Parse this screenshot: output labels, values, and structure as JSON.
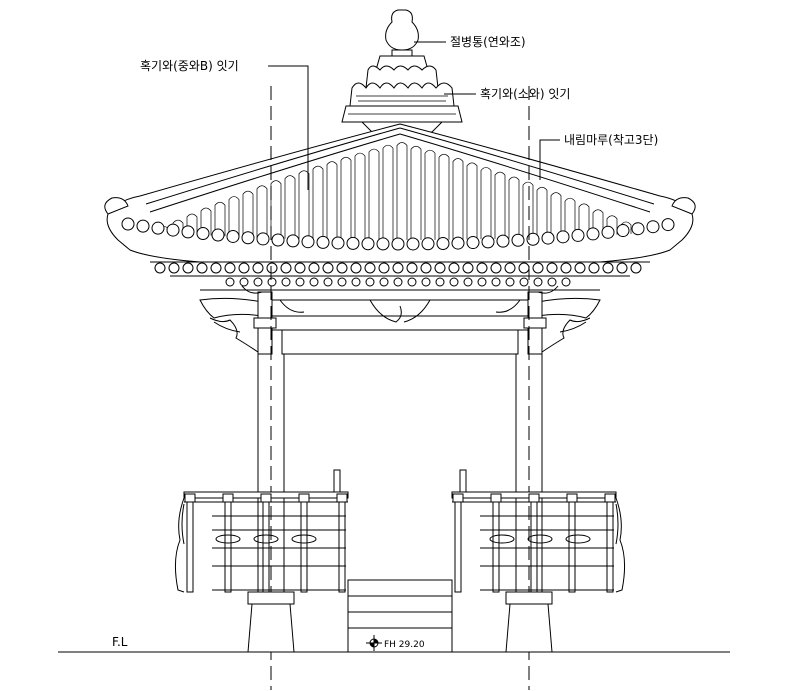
{
  "labels": {
    "finial": "절병통(연와조)",
    "ridge_tile_middle": "혹기와(중와B) 잇기",
    "ridge_tile_small": "혹기와(소와) 잇기",
    "hip_ridge": "내림마루(착고3단)",
    "floor_line": "F.L",
    "floor_height": "FH 29.20"
  }
}
